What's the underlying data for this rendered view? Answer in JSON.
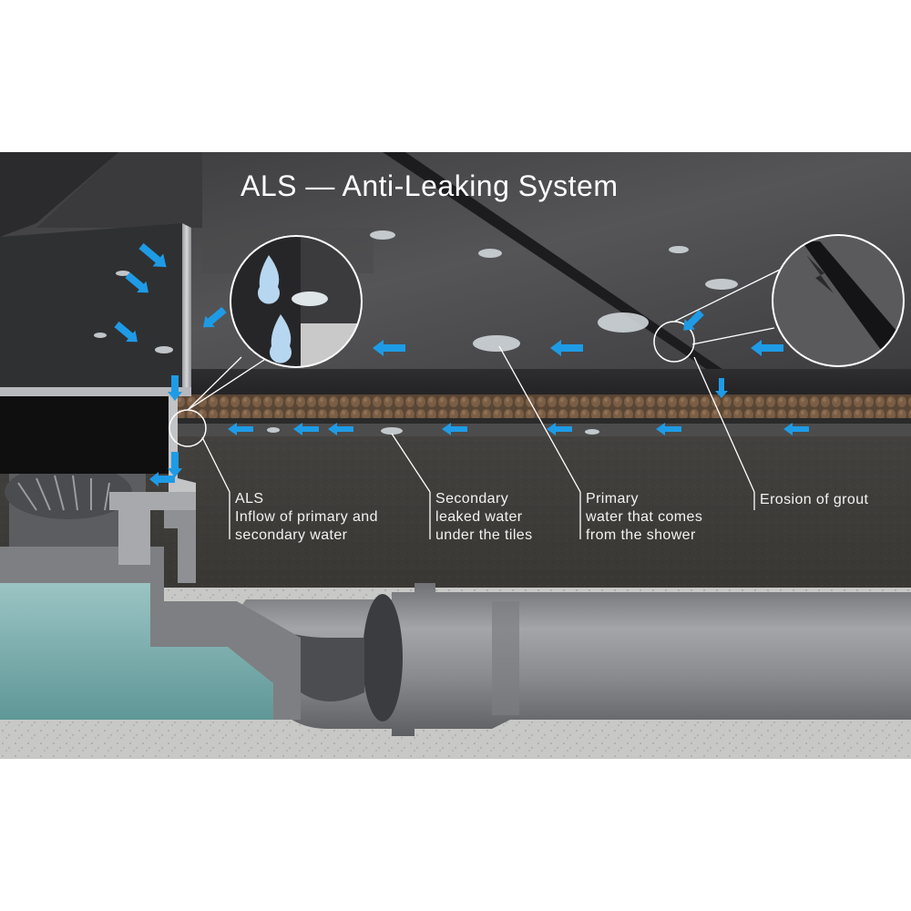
{
  "title": "ALS — Anti-Leaking System",
  "labels": {
    "als": {
      "line1": "ALS",
      "line2": "Inflow of primary and",
      "line3": "secondary water"
    },
    "secondary": {
      "line1": "Secondary",
      "line2": "leaked water",
      "line3": "under the tiles"
    },
    "primary": {
      "line1": "Primary",
      "line2": "water that comes",
      "line3": "from the shower"
    },
    "erosion": {
      "line1": "Erosion of grout"
    }
  },
  "colors": {
    "flow_arrow": "#1e9be6",
    "tile_surface": "#4a4a4c",
    "screed": "#3f3d3b",
    "adhesive_layer": "#6e5540",
    "concrete": "#c9c9c7",
    "pipe": "#8d8f92",
    "water": "#7fb3b3",
    "leader_line": "#ffffff"
  }
}
